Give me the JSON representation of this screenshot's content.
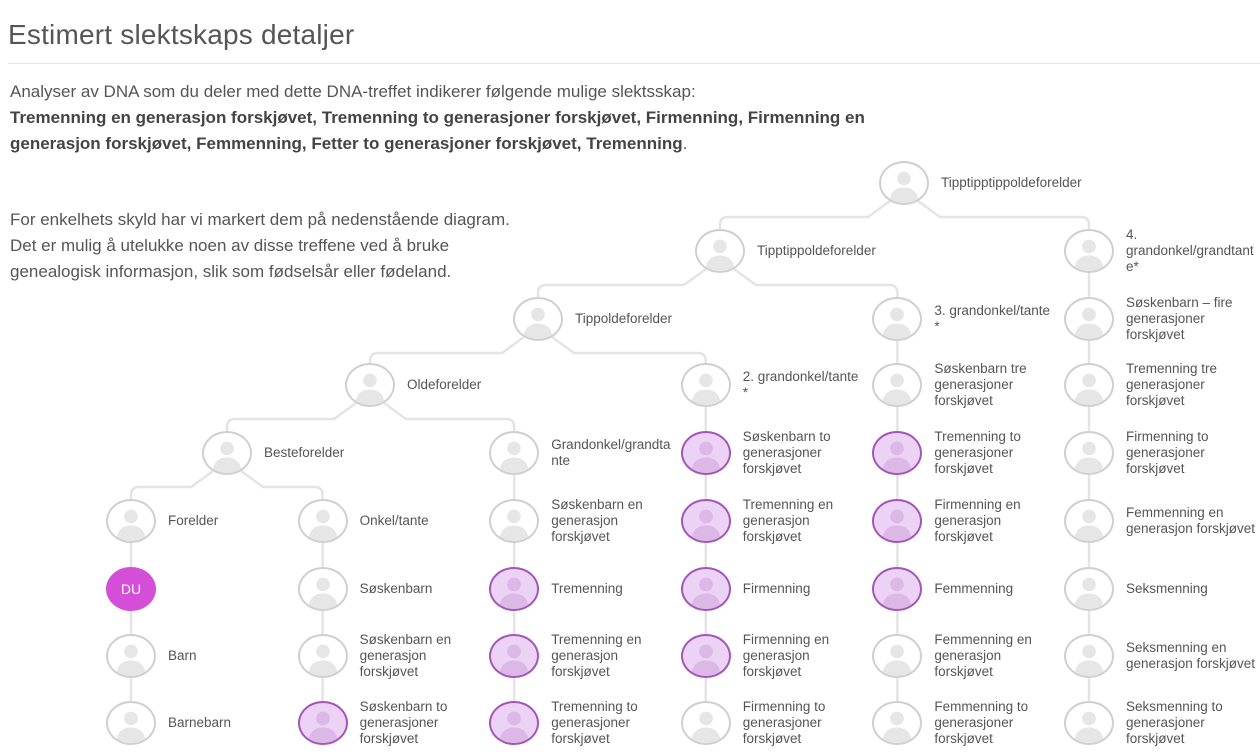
{
  "page": {
    "title": "Estimert slektskaps detaljer",
    "intro_prefix": "Analyser av DNA som du deler med dette DNA-treffet indikerer følgende mulige slektsskap:",
    "intro_bold": "Tremenning en generasjon forskjøvet, Tremenning to generasjoner forskjøvet, Firmenning, Firmenning en generasjon forskjøvet, Femmenning, Fetter to generasjoner forskjøvet, Tremenning",
    "intro_suffix": ".",
    "note_line1": "For enkelhets skyld har vi markert dem på nedenstående diagram.",
    "note_line2": "Det er mulig å utelukke noen av disse treffene ved å bruke genealogisk informasjon, slik som fødselsår eller fødeland."
  },
  "colors": {
    "highlight_fill": "#ecd2f5",
    "highlight_border": "#a455b8",
    "you_fill": "#d44ed8",
    "default_border": "#cfcfcf",
    "connector": "#e4e4e4"
  },
  "tree": {
    "you_label": "DU",
    "nodes": [
      {
        "id": "tipptipptippoldeforelder",
        "label": "Tipptipptippoldeforelder",
        "highlighted": false,
        "col": 4,
        "row": 0
      },
      {
        "id": "tipptippoldeforelder",
        "label": "Tipptippoldeforelder",
        "highlighted": false,
        "col": 3,
        "row": 1
      },
      {
        "id": "grandonkel4",
        "label": "4. grandonkel/grandtante*",
        "highlighted": false,
        "col": 5,
        "row": 1
      },
      {
        "id": "tippoldeforelder",
        "label": "Tippoldeforelder",
        "highlighted": false,
        "col": 2,
        "row": 2
      },
      {
        "id": "grandonkel3",
        "label": "3. grandonkel/tante *",
        "highlighted": false,
        "col": 4,
        "row": 2
      },
      {
        "id": "soskenbarn4",
        "label": "Søskenbarn – fire generasjoner forskjøvet",
        "highlighted": false,
        "col": 5,
        "row": 2
      },
      {
        "id": "oldeforelder",
        "label": "Oldeforelder",
        "highlighted": false,
        "col": 1,
        "row": 3
      },
      {
        "id": "grandonkel2",
        "label": "2. grandonkel/tante *",
        "highlighted": false,
        "col": 3,
        "row": 3
      },
      {
        "id": "soskenbarn3",
        "label": "Søskenbarn tre generasjoner forskjøvet",
        "highlighted": false,
        "col": 4,
        "row": 3
      },
      {
        "id": "tremenning3",
        "label": "Tremenning tre generasjoner forskjøvet",
        "highlighted": false,
        "col": 5,
        "row": 3
      },
      {
        "id": "besteforelder",
        "label": "Besteforelder",
        "highlighted": false,
        "col": 0.5,
        "row": 4
      },
      {
        "id": "grandonkel",
        "label": "Grandonkel/grandtante",
        "highlighted": false,
        "col": 2,
        "row": 4
      },
      {
        "id": "soskenbarn2_b",
        "label": "Søskenbarn to generasjoner forskjøvet",
        "highlighted": true,
        "col": 3,
        "row": 4
      },
      {
        "id": "tremenning2_b",
        "label": "Tremenning to generasjoner forskjøvet",
        "highlighted": true,
        "col": 4,
        "row": 4
      },
      {
        "id": "firmenning2_b",
        "label": "Firmenning to generasjoner forskjøvet",
        "highlighted": false,
        "col": 5,
        "row": 4
      },
      {
        "id": "forelder",
        "label": "Forelder",
        "highlighted": false,
        "col": 0,
        "row": 5
      },
      {
        "id": "onkel",
        "label": "Onkel/tante",
        "highlighted": false,
        "col": 1,
        "row": 5
      },
      {
        "id": "soskenbarn1_b",
        "label": "Søskenbarn en generasjon forskjøvet",
        "highlighted": false,
        "col": 2,
        "row": 5
      },
      {
        "id": "tremenning1_b",
        "label": "Tremenning en generasjon forskjøvet",
        "highlighted": true,
        "col": 3,
        "row": 5
      },
      {
        "id": "firmenning1_b",
        "label": "Firmenning en generasjon forskjøvet",
        "highlighted": true,
        "col": 4,
        "row": 5
      },
      {
        "id": "femmenning1_b",
        "label": "Femmenning en generasjon forskjøvet",
        "highlighted": false,
        "col": 5,
        "row": 5
      },
      {
        "id": "du",
        "label": "",
        "highlighted": false,
        "you": true,
        "col": 0,
        "row": 6
      },
      {
        "id": "soskenbarn",
        "label": "Søskenbarn",
        "highlighted": false,
        "col": 1,
        "row": 6
      },
      {
        "id": "tremenning",
        "label": "Tremenning",
        "highlighted": true,
        "col": 2,
        "row": 6
      },
      {
        "id": "firmenning",
        "label": "Firmenning",
        "highlighted": true,
        "col": 3,
        "row": 6
      },
      {
        "id": "femmenning",
        "label": "Femmenning",
        "highlighted": true,
        "col": 4,
        "row": 6
      },
      {
        "id": "seksmenning",
        "label": "Seksmenning",
        "highlighted": false,
        "col": 5,
        "row": 6
      },
      {
        "id": "barn",
        "label": "Barn",
        "highlighted": false,
        "col": 0,
        "row": 7
      },
      {
        "id": "soskenbarn1_d",
        "label": "Søskenbarn en generasjon forskjøvet",
        "highlighted": false,
        "col": 1,
        "row": 7
      },
      {
        "id": "tremenning1_d",
        "label": "Tremenning en generasjon forskjøvet",
        "highlighted": true,
        "col": 2,
        "row": 7
      },
      {
        "id": "firmenning1_d",
        "label": "Firmenning en generasjon forskjøvet",
        "highlighted": true,
        "col": 3,
        "row": 7
      },
      {
        "id": "femmenning1_d",
        "label": "Femmenning en generasjon forskjøvet",
        "highlighted": false,
        "col": 4,
        "row": 7
      },
      {
        "id": "seksmenning1_d",
        "label": "Seksmenning en generasjon forskjøvet",
        "highlighted": false,
        "col": 5,
        "row": 7
      },
      {
        "id": "barnebarn",
        "label": "Barnebarn",
        "highlighted": false,
        "col": 0,
        "row": 8
      },
      {
        "id": "soskenbarn2_d",
        "label": "Søskenbarn to generasjoner forskjøvet",
        "highlighted": true,
        "col": 1,
        "row": 8
      },
      {
        "id": "tremenning2_d",
        "label": "Tremenning to generasjoner forskjøvet",
        "highlighted": true,
        "col": 2,
        "row": 8
      },
      {
        "id": "firmenning2_d",
        "label": "Firmenning to generasjoner forskjøvet",
        "highlighted": false,
        "col": 3,
        "row": 8
      },
      {
        "id": "femmenning2_d",
        "label": "Femmenning to generasjoner forskjøvet",
        "highlighted": false,
        "col": 4,
        "row": 8
      },
      {
        "id": "seksmenning2_d",
        "label": "Seksmenning to generasjoner forskjøvet",
        "highlighted": false,
        "col": 5,
        "row": 8
      }
    ],
    "edges": [
      [
        "tipptipptippoldeforelder",
        "tipptippoldeforelder"
      ],
      [
        "tipptipptippoldeforelder",
        "grandonkel4"
      ],
      [
        "tipptippoldeforelder",
        "tippoldeforelder"
      ],
      [
        "tipptippoldeforelder",
        "grandonkel3"
      ],
      [
        "tippoldeforelder",
        "oldeforelder"
      ],
      [
        "tippoldeforelder",
        "grandonkel2"
      ],
      [
        "oldeforelder",
        "besteforelder"
      ],
      [
        "oldeforelder",
        "grandonkel"
      ],
      [
        "besteforelder",
        "forelder"
      ],
      [
        "besteforelder",
        "onkel"
      ],
      [
        "grandonkel4",
        "soskenbarn4"
      ],
      [
        "soskenbarn4",
        "tremenning3"
      ],
      [
        "tremenning3",
        "firmenning2_b"
      ],
      [
        "firmenning2_b",
        "femmenning1_b"
      ],
      [
        "femmenning1_b",
        "seksmenning"
      ],
      [
        "seksmenning",
        "seksmenning1_d"
      ],
      [
        "seksmenning1_d",
        "seksmenning2_d"
      ],
      [
        "grandonkel3",
        "soskenbarn3"
      ],
      [
        "soskenbarn3",
        "tremenning2_b"
      ],
      [
        "tremenning2_b",
        "firmenning1_b"
      ],
      [
        "firmenning1_b",
        "femmenning"
      ],
      [
        "femmenning",
        "femmenning1_d"
      ],
      [
        "femmenning1_d",
        "femmenning2_d"
      ],
      [
        "grandonkel2",
        "soskenbarn2_b"
      ],
      [
        "soskenbarn2_b",
        "tremenning1_b"
      ],
      [
        "tremenning1_b",
        "firmenning"
      ],
      [
        "firmenning",
        "firmenning1_d"
      ],
      [
        "firmenning1_d",
        "firmenning2_d"
      ],
      [
        "grandonkel",
        "soskenbarn1_b"
      ],
      [
        "soskenbarn1_b",
        "tremenning"
      ],
      [
        "tremenning",
        "tremenning1_d"
      ],
      [
        "tremenning1_d",
        "tremenning2_d"
      ],
      [
        "onkel",
        "soskenbarn"
      ],
      [
        "soskenbarn",
        "soskenbarn1_d"
      ],
      [
        "soskenbarn1_d",
        "soskenbarn2_d"
      ],
      [
        "forelder",
        "du"
      ],
      [
        "du",
        "barn"
      ],
      [
        "barn",
        "barnebarn"
      ]
    ]
  }
}
